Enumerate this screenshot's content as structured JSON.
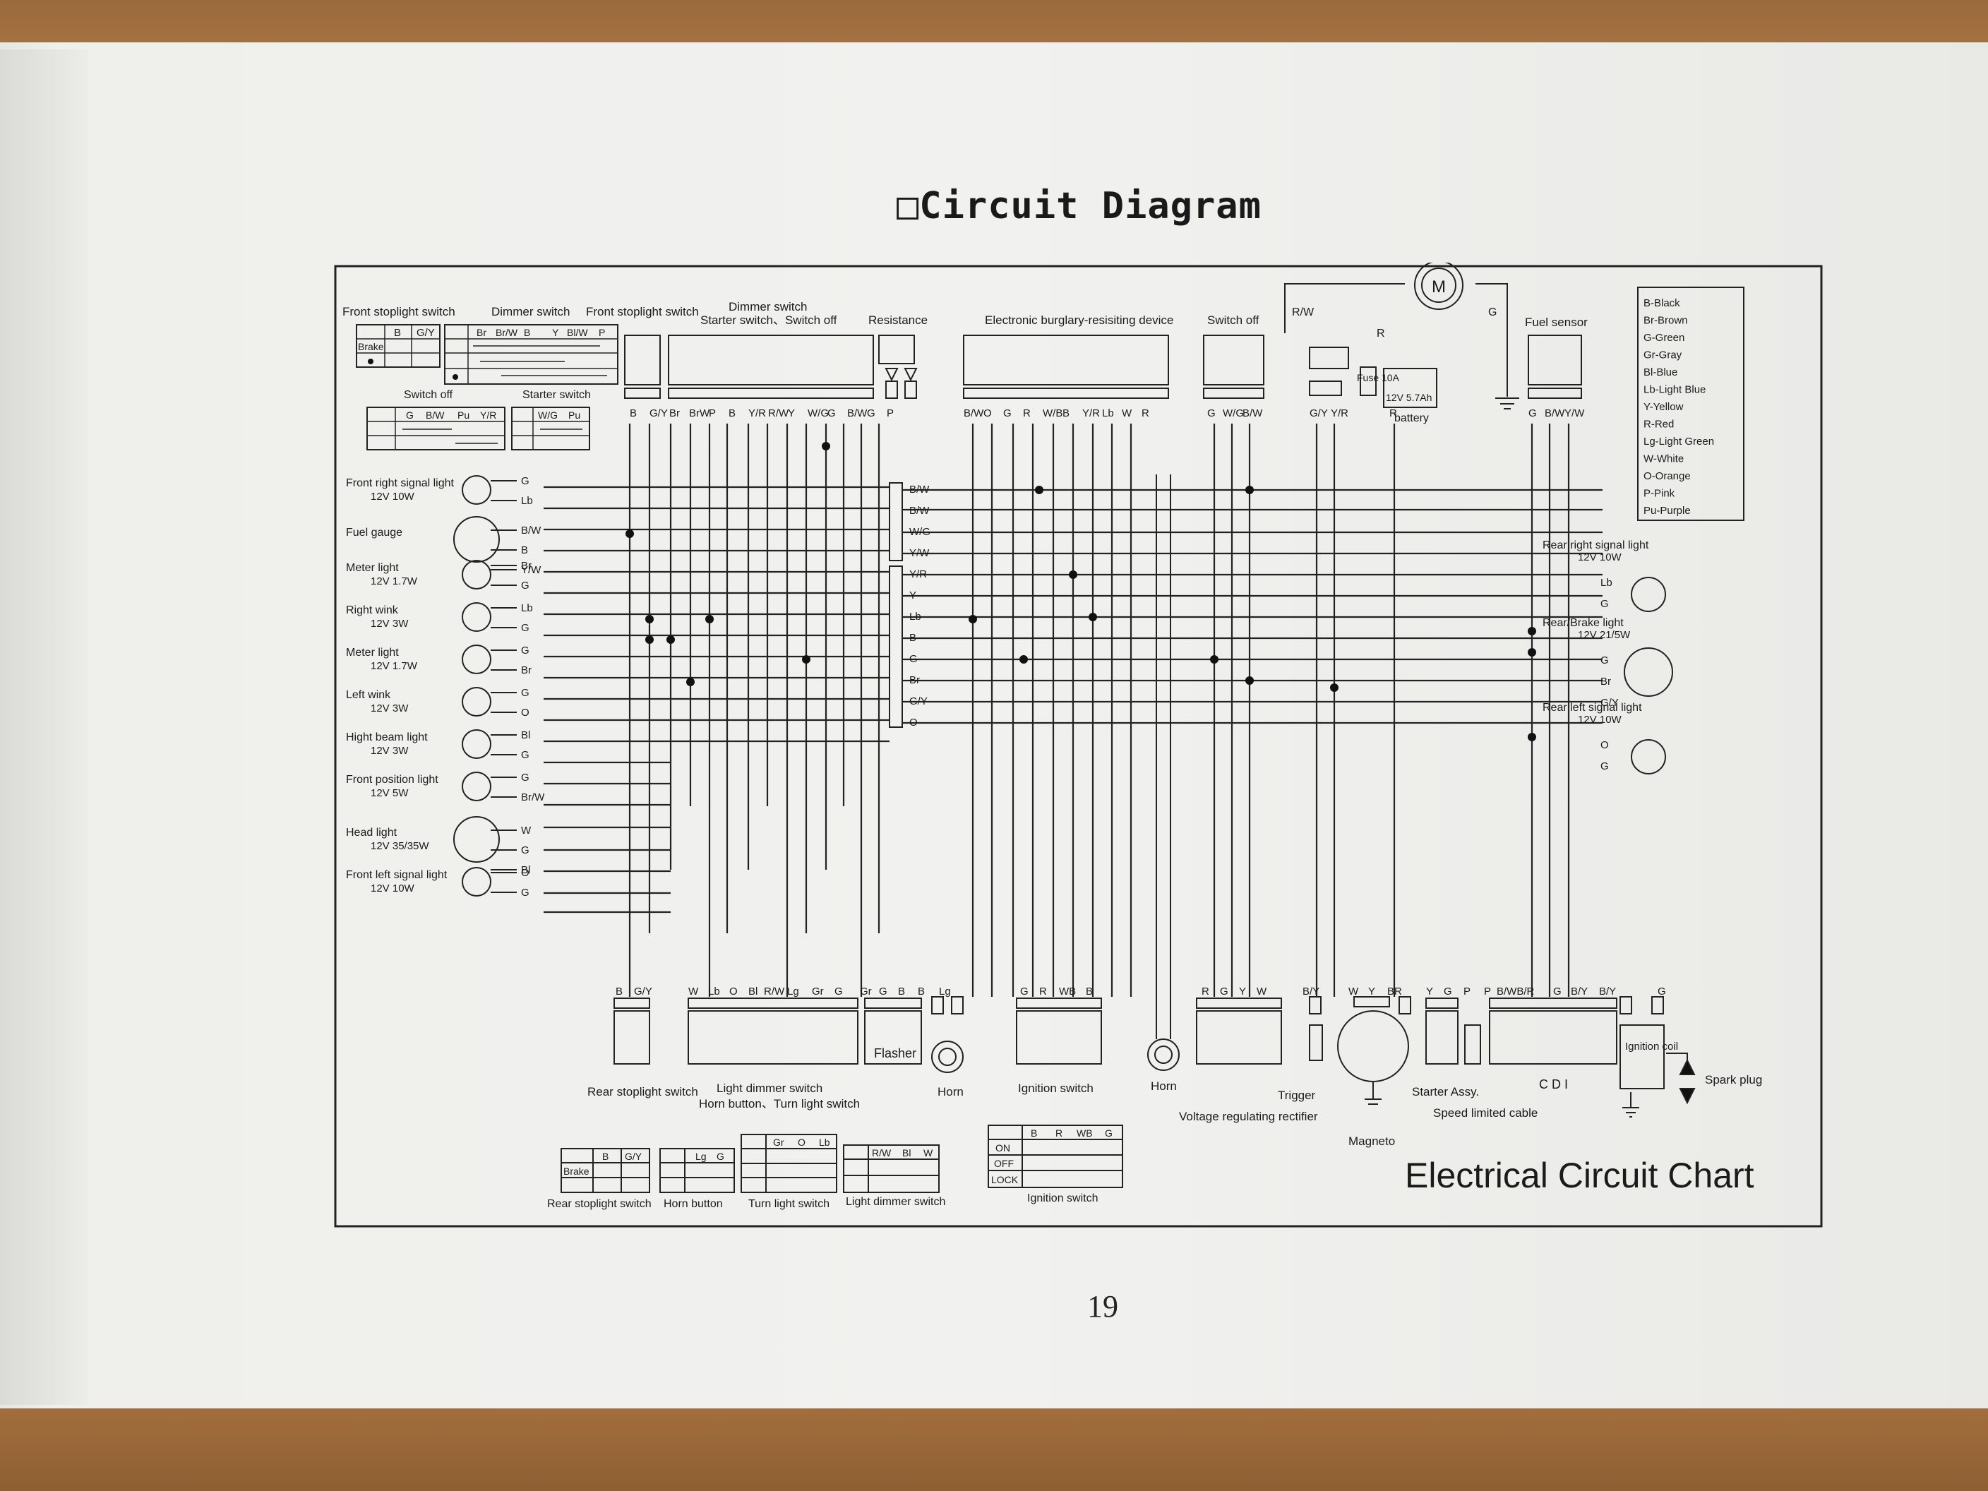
{
  "page": {
    "title": "□Circuit Diagram",
    "number": "19",
    "chart_title": "Electrical Circuit Chart"
  },
  "wire_codes": [
    "B",
    "G/Y",
    "Br",
    "BrW",
    "P",
    "B",
    "Y/R",
    "R/W",
    "Y",
    "W/G",
    "G",
    "B/W",
    "G",
    "P"
  ],
  "legend": [
    "B-Black",
    "Br-Brown",
    "G-Green",
    "Gr-Gray",
    "Bl-Blue",
    "Lb-Light Blue",
    "Y-Yellow",
    "R-Red",
    "Lg-Light Green",
    "W-White",
    "O-Orange",
    "P-Pink",
    "Pu-Purple"
  ],
  "top_labels": {
    "front_stoplight_switch": "Front stoplight switch",
    "dimmer_switch": "Dimmer switch",
    "front_stoplight_switch_2": "Front stoplight switch",
    "dimmer_switch_2": "Dimmer switch",
    "starter_switch_off": "Starter switch、Switch off",
    "resistance": "Resistance",
    "burglary_device": "Electronic burglary-resisiting device",
    "switch_off": "Switch off",
    "fuel_sensor": "Fuel sensor",
    "switch_off_small": "Switch off",
    "starter_switch_small": "Starter switch",
    "fuse": "Fuse 10A",
    "battery": "battery",
    "battery_spec": "12V 5.7Ah",
    "motor": "M",
    "rw": "R/W",
    "r": "R",
    "g": "G"
  },
  "left_components": [
    {
      "name": "Front right signal light",
      "spec": "12V 10W",
      "wires": [
        "G",
        "Lb"
      ]
    },
    {
      "name": "Fuel gauge",
      "spec": "",
      "wires": [
        "B/W",
        "B",
        "Y/W"
      ]
    },
    {
      "name": "Meter light",
      "spec": "12V 1.7W",
      "wires": [
        "Br",
        "G"
      ]
    },
    {
      "name": "Right wink",
      "spec": "12V 3W",
      "wires": [
        "Lb",
        "G"
      ]
    },
    {
      "name": "Meter light",
      "spec": "12V 1.7W",
      "wires": [
        "G",
        "Br"
      ]
    },
    {
      "name": "Left wink",
      "spec": "12V 3W",
      "wires": [
        "G",
        "O"
      ]
    },
    {
      "name": "Hight beam light",
      "spec": "12V 3W",
      "wires": [
        "Bl",
        "G"
      ]
    },
    {
      "name": "Front position light",
      "spec": "12V 5W",
      "wires": [
        "G",
        "Br/W"
      ]
    },
    {
      "name": "Head light",
      "spec": "12V 35/35W",
      "wires": [
        "W",
        "G",
        "Bl"
      ]
    },
    {
      "name": "Front left signal light",
      "spec": "12V 10W",
      "wires": [
        "O",
        "G"
      ]
    }
  ],
  "connector_wires": [
    "B/W",
    "B/W",
    "W/G",
    "Y/W",
    "Y/R",
    "Y",
    "Lb",
    "B",
    "G",
    "Br",
    "G/Y",
    "O"
  ],
  "right_components": [
    {
      "name": "Rear right signal light",
      "spec": "12V 10W",
      "wires": [
        "Lb",
        "G"
      ]
    },
    {
      "name": "Rear/Brake light",
      "spec": "12V 21/5W",
      "wires": [
        "G",
        "Br",
        "G/Y"
      ]
    },
    {
      "name": "Rear left signal light",
      "spec": "12V 10W",
      "wires": [
        "O",
        "G"
      ]
    }
  ],
  "bottom_components": {
    "rear_stoplight_switch": "Rear stoplight switch",
    "light_dimmer_switch": "Light dimmer switch",
    "horn_turn": "Horn button、Turn light switch",
    "flasher": "Flasher",
    "horn": "Horn",
    "ignition_switch": "Ignition switch",
    "horn2": "Horn",
    "voltage_rectifier": "Voltage regulating rectifier",
    "trigger": "Trigger",
    "magneto": "Magneto",
    "starter_assy": "Starter Assy.",
    "speed_cable": "Speed limited cable",
    "cdi": "C D I",
    "ignition_coil": "Ignition coil",
    "spark_plug": "Spark plug"
  },
  "bottom_tables": {
    "rear_stoplight": {
      "title": "Rear stoplight switch",
      "cols": [
        "B",
        "G/Y"
      ],
      "row": "Brake"
    },
    "horn_button": {
      "title": "Horn button",
      "cols": [
        "Lg",
        "G"
      ]
    },
    "turn_light": {
      "title": "Turn light switch",
      "cols": [
        "Gr",
        "O",
        "Lb"
      ]
    },
    "light_dimmer": {
      "title": "Light dimmer switch",
      "cols": [
        "R/W",
        "Bl",
        "W"
      ]
    },
    "ignition": {
      "title": "Ignition switch",
      "cols": [
        "B",
        "R",
        "WB",
        "G"
      ],
      "rows": [
        "ON",
        "OFF",
        "LOCK"
      ]
    }
  },
  "top_tables": {
    "front_stop": {
      "cols": [
        "B",
        "G/Y"
      ],
      "row": "Brake"
    },
    "dimmer": {
      "cols": [
        "Br",
        "Br/W",
        "B",
        "Y",
        "Bl/W",
        "P"
      ]
    },
    "switch_off": {
      "cols": [
        "G",
        "B/W",
        "Pu",
        "Y/R"
      ]
    },
    "starter": {
      "cols": [
        "W/G",
        "Pu"
      ]
    }
  },
  "bottom_wire_codes": {
    "rear_stop": [
      "B",
      "G/Y"
    ],
    "dimmer": [
      "W",
      "Lb",
      "O",
      "Bl",
      "R/W",
      "Lg",
      "Gr",
      "G",
      "Gr",
      "G",
      "B",
      "B",
      "Lg"
    ],
    "ign": [
      "G",
      "R",
      "WB",
      "B"
    ],
    "vrr": [
      "R",
      "G",
      "Y",
      "W"
    ],
    "mag": [
      "B/Y",
      "W",
      "Y",
      "BR"
    ],
    "cdi": [
      "Y",
      "G",
      "P",
      "P",
      "B/WB/R",
      "G",
      "B/Y",
      "B/Y",
      "G"
    ]
  },
  "top_wire_codes_mid": [
    "B/W",
    "O",
    "G",
    "R",
    "W/B",
    "B",
    "Y/R",
    "Lb",
    "W",
    "R"
  ],
  "top_wire_codes_right": [
    "G",
    "W/G",
    "B/W",
    "G/Y",
    "Y/R",
    "R",
    "G",
    "B/W",
    "Y/W"
  ]
}
